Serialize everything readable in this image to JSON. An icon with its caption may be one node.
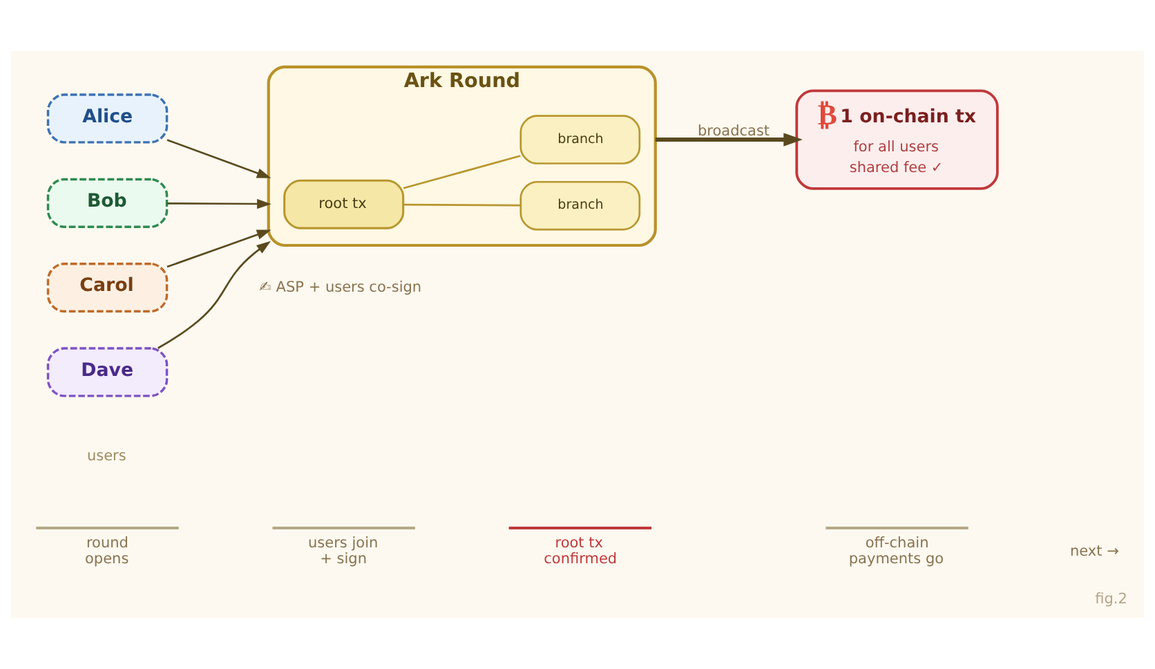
{
  "diagram": {
    "caption": "fig.2",
    "nodes": [
      {
        "text": [
          "Alice"
        ]
      },
      {
        "text": [
          "Bob"
        ]
      },
      {
        "text": [
          "Carol"
        ]
      },
      {
        "text": [
          "Dave"
        ]
      },
      {
        "text": [
          "Ark Round"
        ],
        "beside": [
          "✍ ASP + users co-sign"
        ]
      },
      {
        "text": [
          "root tx"
        ],
        "in": 4
      },
      {
        "text": [
          "branch"
        ],
        "in": 4
      },
      {
        "text": [
          "branch"
        ],
        "in": 4
      },
      {
        "text": [
          "₿",
          "1 on-chain tx",
          "for all users",
          "shared fee ✓"
        ]
      }
    ],
    "edges": [
      {
        "from": 0,
        "to": 4,
        "arrow": "to"
      },
      {
        "from": 1,
        "to": 4,
        "arrow": "to"
      },
      {
        "from": 2,
        "to": 4,
        "arrow": "to"
      },
      {
        "from": 3,
        "to": 4,
        "arrow": "to"
      },
      {
        "from": 5,
        "to": 6,
        "arrow": "none",
        "color": "#b8962e"
      },
      {
        "from": 5,
        "to": 7,
        "arrow": "none",
        "color": "#b8962e"
      },
      {
        "from": 4,
        "to": 8,
        "arrow": "to",
        "label": "broadcast",
        "style": "thick"
      }
    ],
    "labels": [
      "users",
      "round opens",
      "users join + sign",
      "root tx confirmed",
      "off-chain payments go",
      "next →"
    ]
  }
}
